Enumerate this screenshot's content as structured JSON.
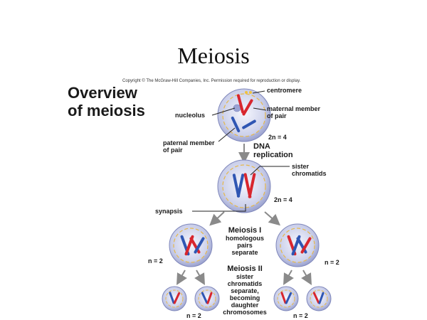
{
  "slide": {
    "title": "Meiosis",
    "copyright": "Copyright © The McGraw-Hill Companies, Inc. Permission required for reproduction or display.",
    "overview_line1": "Overview",
    "overview_line2": "of meiosis"
  },
  "labels": {
    "centromere": "centromere",
    "nucleolus": "nucleolus",
    "maternal_1": "maternal member",
    "maternal_2": "of pair",
    "paternal_1": "paternal member",
    "paternal_2": "of pair",
    "ploidy_parent": "2n = 4",
    "dna_1": "DNA",
    "dna_2": "replication",
    "sister_1": "sister",
    "sister_2": "chromatids",
    "ploidy_replicated": "2n = 4",
    "synapsis": "synapsis",
    "meiosis1_title": "Meiosis I",
    "meiosis1_1": "homologous",
    "meiosis1_2": "pairs",
    "meiosis1_3": "separate",
    "ploidy_left": "n = 2",
    "ploidy_right": "n = 2",
    "meiosis2_title": "Meiosis II",
    "meiosis2_1": "sister",
    "meiosis2_2": "chromatids",
    "meiosis2_3": "separate,",
    "meiosis2_4": "becoming",
    "meiosis2_5": "daughter",
    "meiosis2_6": "chromosomes",
    "ploidy_bottom_left": "n = 2",
    "ploidy_bottom_right": "n = 2"
  },
  "colors": {
    "maternal": "#d8262e",
    "paternal": "#2f56b3",
    "nucleus_fill": "#c8cde8",
    "cell_fill": "#b8bedf",
    "membrane": "#e6b84a",
    "arrow": "#8a8a8a"
  }
}
